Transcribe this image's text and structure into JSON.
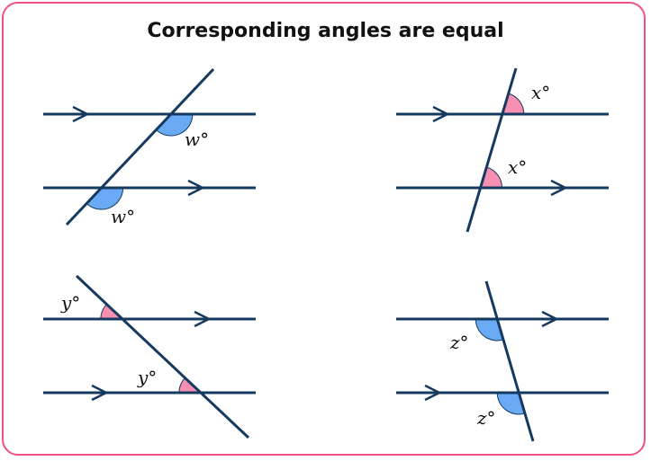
{
  "title": "Corresponding angles are equal",
  "colors": {
    "line": "#163a5f",
    "blue_angle": "#6aaaf5",
    "pink_angle": "#f78fb3",
    "border": "#f0508a"
  },
  "diagrams": [
    {
      "name": "w",
      "label": "w°",
      "angle_color": "blue"
    },
    {
      "name": "x",
      "label": "x°",
      "angle_color": "pink"
    },
    {
      "name": "y",
      "label": "y°",
      "angle_color": "pink"
    },
    {
      "name": "z",
      "label": "z°",
      "angle_color": "blue"
    }
  ]
}
